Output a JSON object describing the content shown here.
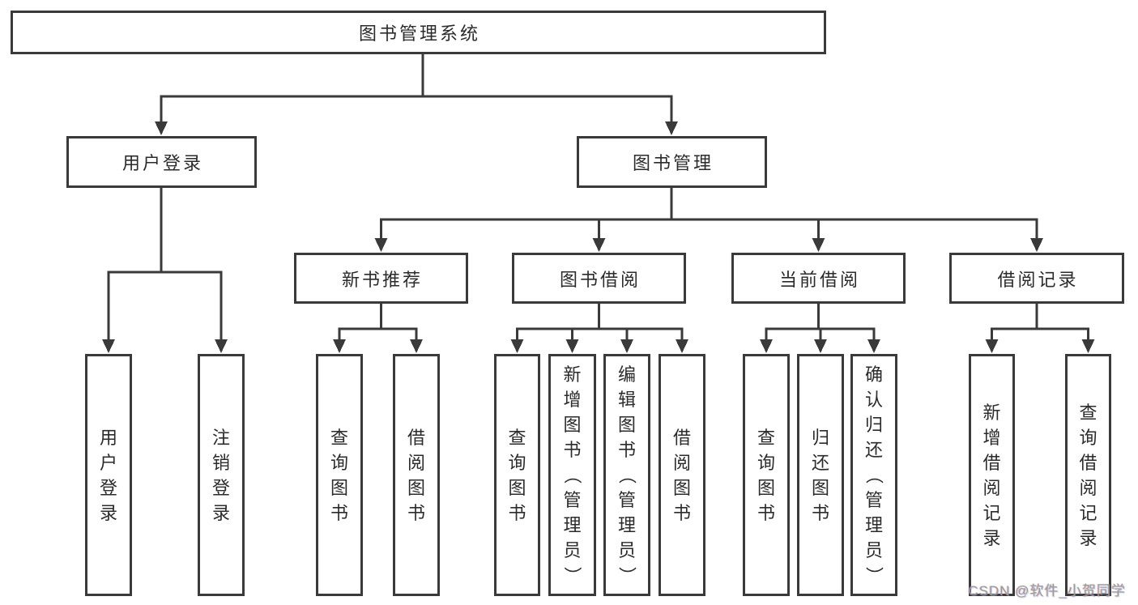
{
  "tree": {
    "label": "图书管理系统",
    "children": [
      {
        "label": "用户登录",
        "children": [
          {
            "label": "用户登录"
          },
          {
            "label": "注销登录"
          }
        ]
      },
      {
        "label": "图书管理",
        "children": [
          {
            "label": "新书推荐",
            "children": [
              {
                "label": "查询图书"
              },
              {
                "label": "借阅图书"
              }
            ]
          },
          {
            "label": "图书借阅",
            "children": [
              {
                "label": "查询图书"
              },
              {
                "label": "新增图书（管理员）"
              },
              {
                "label": "编辑图书（管理员）"
              },
              {
                "label": "借阅图书"
              }
            ]
          },
          {
            "label": "当前借阅",
            "children": [
              {
                "label": "查询图书"
              },
              {
                "label": "归还图书"
              },
              {
                "label": "确认归还（管理员）"
              }
            ]
          },
          {
            "label": "借阅记录",
            "children": [
              {
                "label": "新增借阅记录"
              },
              {
                "label": "查询借阅记录"
              }
            ]
          }
        ]
      }
    ]
  },
  "watermark": "CSDN @软件_小贺同学",
  "colors": {
    "line": "#3a3a3a",
    "text": "#2b2b2b",
    "background": "#ffffff",
    "watermark": "#9b9b9b"
  }
}
